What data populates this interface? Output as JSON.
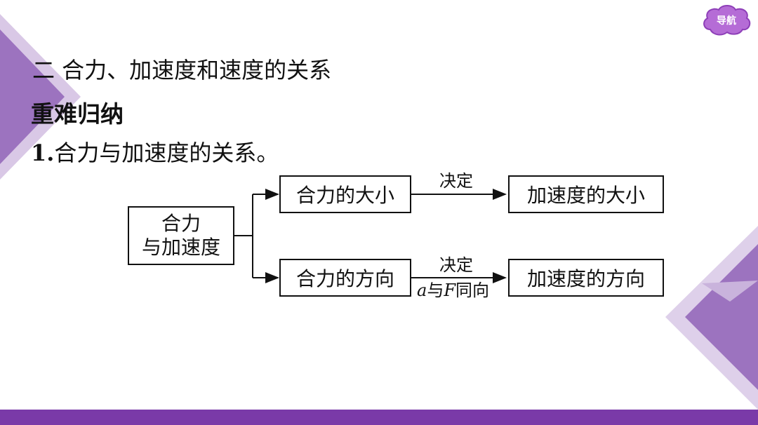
{
  "nav": {
    "label": "导航"
  },
  "heading": "二 合力、加速度和速度的关系",
  "subheading": "重难归纳",
  "point": {
    "number": "1.",
    "text": "合力与加速度的关系。"
  },
  "diagram": {
    "root": {
      "line1": "合力",
      "line2": "与加速度"
    },
    "top": {
      "source": "合力的大小",
      "edge_label": "决定",
      "target": "加速度的大小"
    },
    "bottom": {
      "source": "合力的方向",
      "edge_label": "决定",
      "edge_sublabel": {
        "a": "a",
        "mid": "与",
        "f": "F",
        "end": "同向"
      },
      "target": "加速度的方向"
    }
  },
  "colors": {
    "accent": "#7a3aa8",
    "decor_light": "#d9c8e6",
    "decor_mid": "#a77fc6",
    "nav_badge": "#b56cd6"
  }
}
